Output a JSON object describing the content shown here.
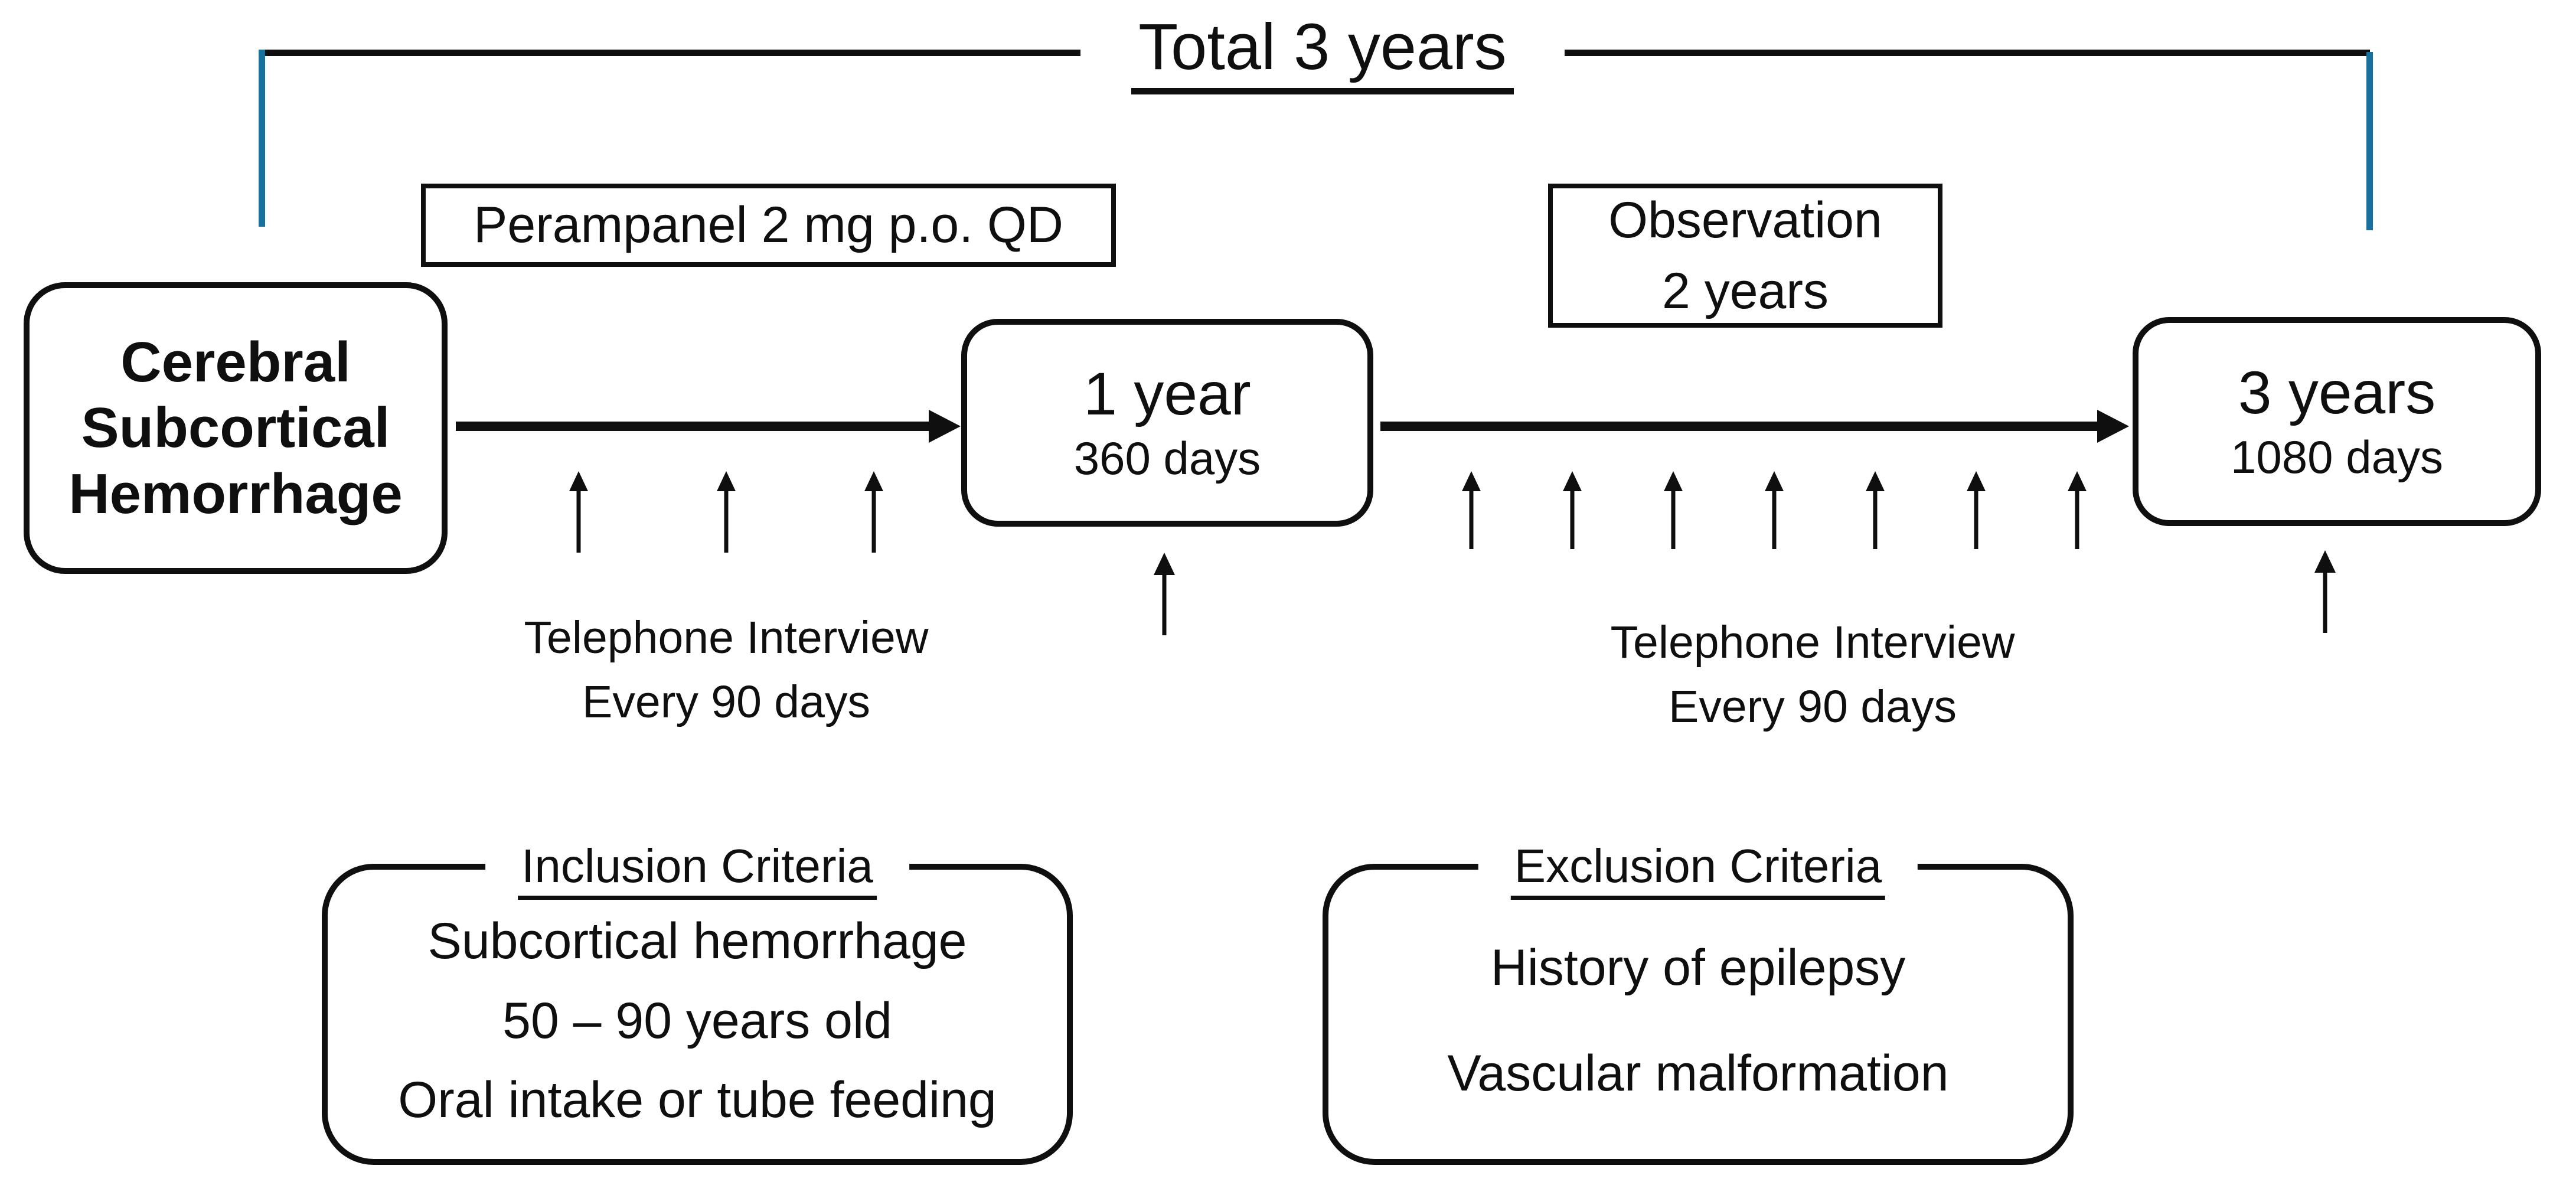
{
  "colors": {
    "ink": "#0f0f0f",
    "tick_blue": "#17719c",
    "background": "#ffffff"
  },
  "header": {
    "total_label": "Total 3 years"
  },
  "flow": {
    "start_box": {
      "line1": "Cerebral",
      "line2": "Subcortical",
      "line3": "Hemorrhage"
    },
    "treatment_box": {
      "label": "Perampanel 2 mg p.o. QD"
    },
    "observation_box": {
      "line1": "Observation",
      "line2": "2 years"
    },
    "milestone_1year": {
      "title": "1 year",
      "subtitle": "360 days"
    },
    "milestone_3years": {
      "title": "3 years",
      "subtitle": "1080 days"
    },
    "interview_left": {
      "line1": "Telephone Interview",
      "line2": "Every 90 days",
      "tick_count": 3
    },
    "interview_right": {
      "line1": "Telephone Interview",
      "line2": "Every 90 days",
      "tick_count": 7
    }
  },
  "criteria": {
    "inclusion": {
      "title": "Inclusion Criteria",
      "items": [
        "Subcortical hemorrhage",
        "50 – 90 years old",
        "Oral intake or tube feeding"
      ]
    },
    "exclusion": {
      "title": "Exclusion Criteria",
      "items": [
        "History of epilepsy",
        "Vascular malformation"
      ]
    }
  }
}
